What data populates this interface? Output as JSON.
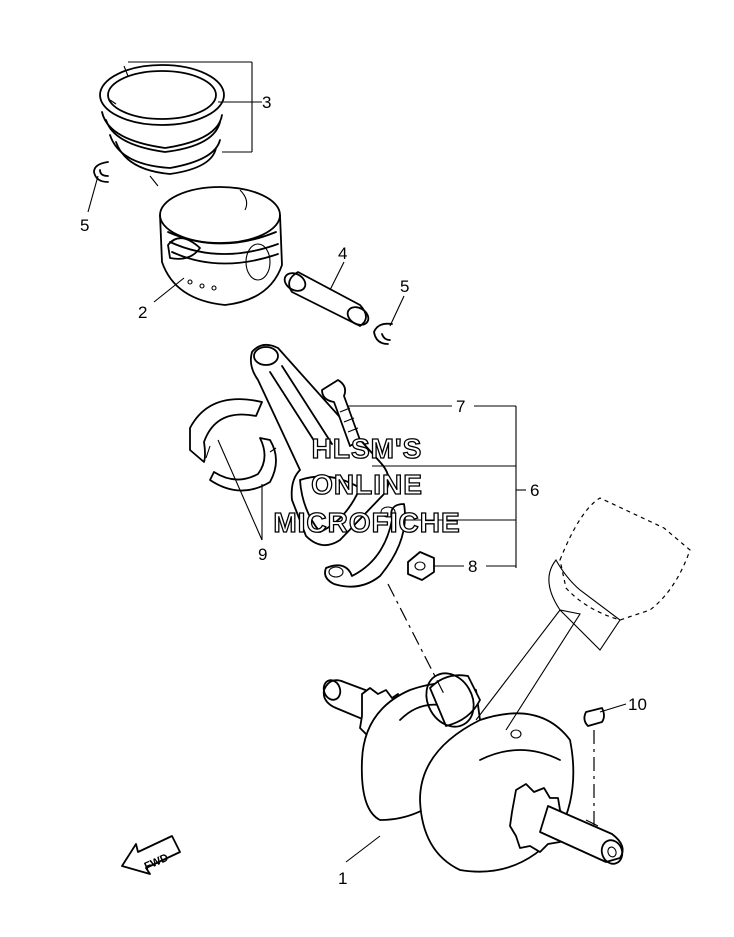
{
  "callouts": {
    "c1": "1",
    "c2": "2",
    "c3": "3",
    "c4": "4",
    "c5a": "5",
    "c5b": "5",
    "c6": "6",
    "c7": "7",
    "c8": "8",
    "c9": "9",
    "c10": "10"
  },
  "watermark": {
    "line1": "HLSM'S",
    "line2": "ONLINE",
    "line3": "MICROFICHE"
  },
  "direction_badge": {
    "label": "FWD",
    "icon": "fwd-arrow-icon"
  }
}
